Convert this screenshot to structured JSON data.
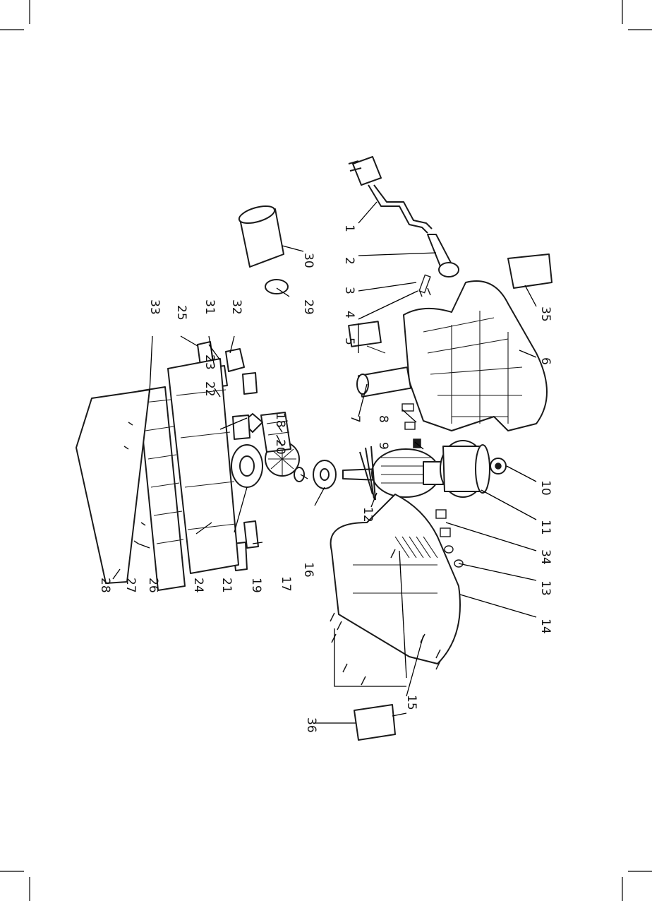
{
  "diagram": {
    "labels": [
      "1",
      "2",
      "3",
      "4",
      "5",
      "6",
      "7",
      "8",
      "9",
      "10",
      "11",
      "12",
      "13",
      "14",
      "15",
      "16",
      "17",
      "18",
      "19",
      "20",
      "21",
      "22",
      "23",
      "24",
      "25",
      "26",
      "27",
      "28",
      "29",
      "30",
      "31",
      "32",
      "33",
      "34",
      "35",
      "36"
    ]
  }
}
